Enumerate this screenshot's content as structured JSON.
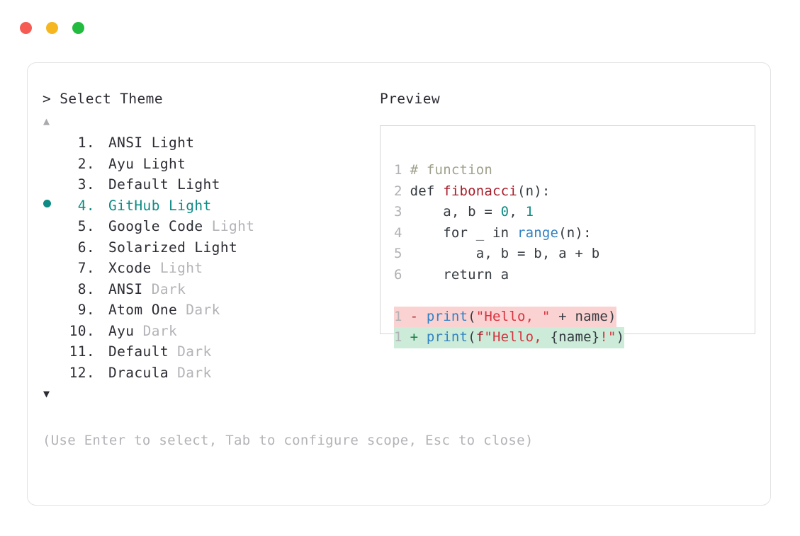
{
  "window": {
    "dots": [
      {
        "name": "close",
        "color": "#f55b53"
      },
      {
        "name": "minimize",
        "color": "#f5b61f"
      },
      {
        "name": "maximize",
        "color": "#22bb3f"
      }
    ]
  },
  "prompt": {
    "marker": "> ",
    "title": "Select Theme",
    "scroll_up_icon": "▲",
    "scroll_down_icon": "▼",
    "bullet_icon": "●"
  },
  "themes": {
    "selected_index": 4,
    "items": [
      {
        "index": "1.",
        "name": "ANSI",
        "variant": "Light",
        "variant_muted": false,
        "selected": false
      },
      {
        "index": "2.",
        "name": "Ayu",
        "variant": "Light",
        "variant_muted": false,
        "selected": false
      },
      {
        "index": "3.",
        "name": "Default",
        "variant": "Light",
        "variant_muted": false,
        "selected": false
      },
      {
        "index": "4.",
        "name": "GitHub",
        "variant": "Light",
        "variant_muted": false,
        "selected": true
      },
      {
        "index": "5.",
        "name": "Google Code",
        "variant": "Light",
        "variant_muted": true,
        "selected": false
      },
      {
        "index": "6.",
        "name": "Solarized",
        "variant": "Light",
        "variant_muted": false,
        "selected": false
      },
      {
        "index": "7.",
        "name": "Xcode",
        "variant": "Light",
        "variant_muted": true,
        "selected": false
      },
      {
        "index": "8.",
        "name": "ANSI",
        "variant": "Dark",
        "variant_muted": true,
        "selected": false
      },
      {
        "index": "9.",
        "name": "Atom One",
        "variant": "Dark",
        "variant_muted": true,
        "selected": false
      },
      {
        "index": "10.",
        "name": "Ayu",
        "variant": "Dark",
        "variant_muted": true,
        "selected": false
      },
      {
        "index": "11.",
        "name": "Default",
        "variant": "Dark",
        "variant_muted": true,
        "selected": false
      },
      {
        "index": "12.",
        "name": "Dracula",
        "variant": "Dark",
        "variant_muted": true,
        "selected": false
      }
    ]
  },
  "footer": {
    "hint": "(Use Enter to select, Tab to configure scope, Esc to close)"
  },
  "preview": {
    "heading": "Preview",
    "code_lines": [
      {
        "no": "1",
        "tokens": [
          {
            "t": "# function",
            "c": "comment"
          }
        ]
      },
      {
        "no": "2",
        "tokens": [
          {
            "t": "def ",
            "c": "plain"
          },
          {
            "t": "fibonacci",
            "c": "func"
          },
          {
            "t": "(n):",
            "c": "punct"
          }
        ]
      },
      {
        "no": "3",
        "tokens": [
          {
            "t": "    a, b = ",
            "c": "plain"
          },
          {
            "t": "0",
            "c": "num"
          },
          {
            "t": ", ",
            "c": "plain"
          },
          {
            "t": "1",
            "c": "num"
          }
        ]
      },
      {
        "no": "4",
        "tokens": [
          {
            "t": "    for _ in ",
            "c": "plain"
          },
          {
            "t": "range",
            "c": "builtin"
          },
          {
            "t": "(n):",
            "c": "punct"
          }
        ]
      },
      {
        "no": "5",
        "tokens": [
          {
            "t": "        a, b = b, a + b",
            "c": "plain"
          }
        ]
      },
      {
        "no": "6",
        "tokens": [
          {
            "t": "    return a",
            "c": "plain"
          }
        ]
      }
    ],
    "diff_lines": [
      {
        "no": "1",
        "kind": "del",
        "marker": "-",
        "tokens": [
          {
            "t": "print",
            "c": "builtin"
          },
          {
            "t": "(",
            "c": "punct"
          },
          {
            "t": "\"Hello, \"",
            "c": "string"
          },
          {
            "t": " + name",
            "c": "plain"
          },
          {
            "t": ")",
            "c": "punct"
          }
        ]
      },
      {
        "no": "1",
        "kind": "add",
        "marker": "+",
        "tokens": [
          {
            "t": "print",
            "c": "builtin"
          },
          {
            "t": "(",
            "c": "punct"
          },
          {
            "t": "f",
            "c": "func"
          },
          {
            "t": "\"Hello, ",
            "c": "string"
          },
          {
            "t": "{name}",
            "c": "plain"
          },
          {
            "t": "!\"",
            "c": "string"
          },
          {
            "t": ")",
            "c": "punct"
          }
        ]
      }
    ]
  },
  "colors": {
    "accent_teal": "#0d8b84",
    "muted": "#b3b3b8",
    "text": "#2b2b33",
    "diff_del_bg": "#fbd2d2",
    "diff_add_bg": "#ccecd9",
    "border": "#e2e2e4"
  }
}
